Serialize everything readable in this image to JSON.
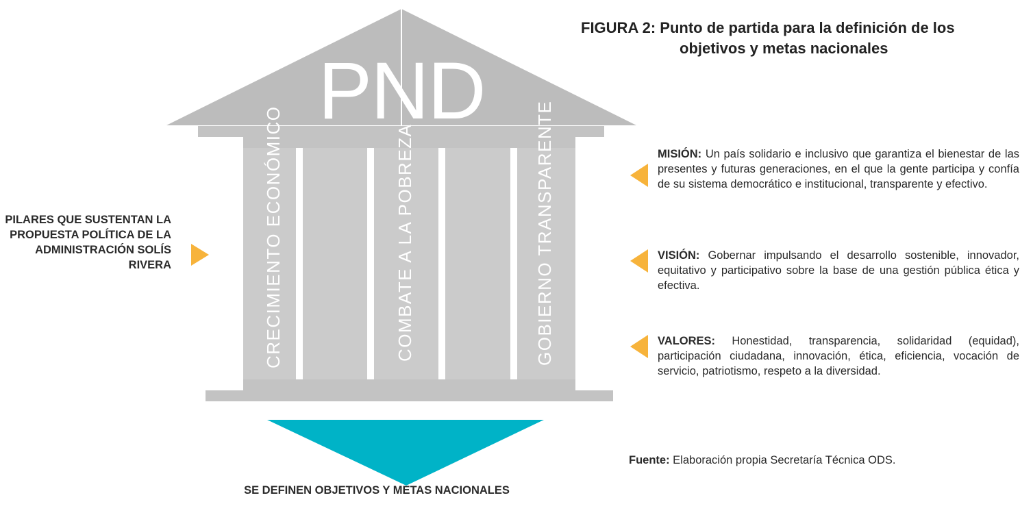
{
  "figure": {
    "title_line1": "FIGURA 2: Punto de partida para la definición de los",
    "title_line2": "objetivos y metas nacionales"
  },
  "temple": {
    "roof_text": "PND",
    "pillars": [
      "CRECIMIENTO ECONÓMICO",
      "COMBATE A LA POBREZA",
      "GOBIERNO TRANSPARENTE"
    ],
    "colors": {
      "structure": "#c8c8c8",
      "roof": "#b9b9b9",
      "pillar": "#d0d0d0",
      "text": "#ffffff"
    }
  },
  "left_label": "PILARES QUE SUSTENTAN LA PROPUESTA POLÍTICA DE LA ADMINISTRACIÓN SOLÍS RIVERA",
  "items": [
    {
      "term": "MISIÓN:",
      "text": " Un país solidario e inclusivo que garantiza el bienestar de las presentes y futuras generaciones, en el que la gente participa y confía de su sistema democrático e institucional, transparente y efectivo."
    },
    {
      "term": "VISIÓN:",
      "text": " Gobernar impulsando el desarrollo sostenible, innovador, equitativo y participativo sobre la base de una gestión pública ética y efectiva."
    },
    {
      "term": "VALORES:",
      "text": " Honestidad, transparencia, solidaridad (equidad), participación ciudadana, innovación, ética, eficiencia, vocación de servicio, patriotismo, respeto a la diversidad."
    }
  ],
  "source": {
    "label": "Fuente:",
    "text": " Elaboración propia Secretaría Técnica ODS."
  },
  "bottom_label": "SE DEFINEN OBJETIVOS Y METAS NACIONALES",
  "colors": {
    "accent_arrow": "#f7b33b",
    "funnel": "#00b3c7"
  }
}
